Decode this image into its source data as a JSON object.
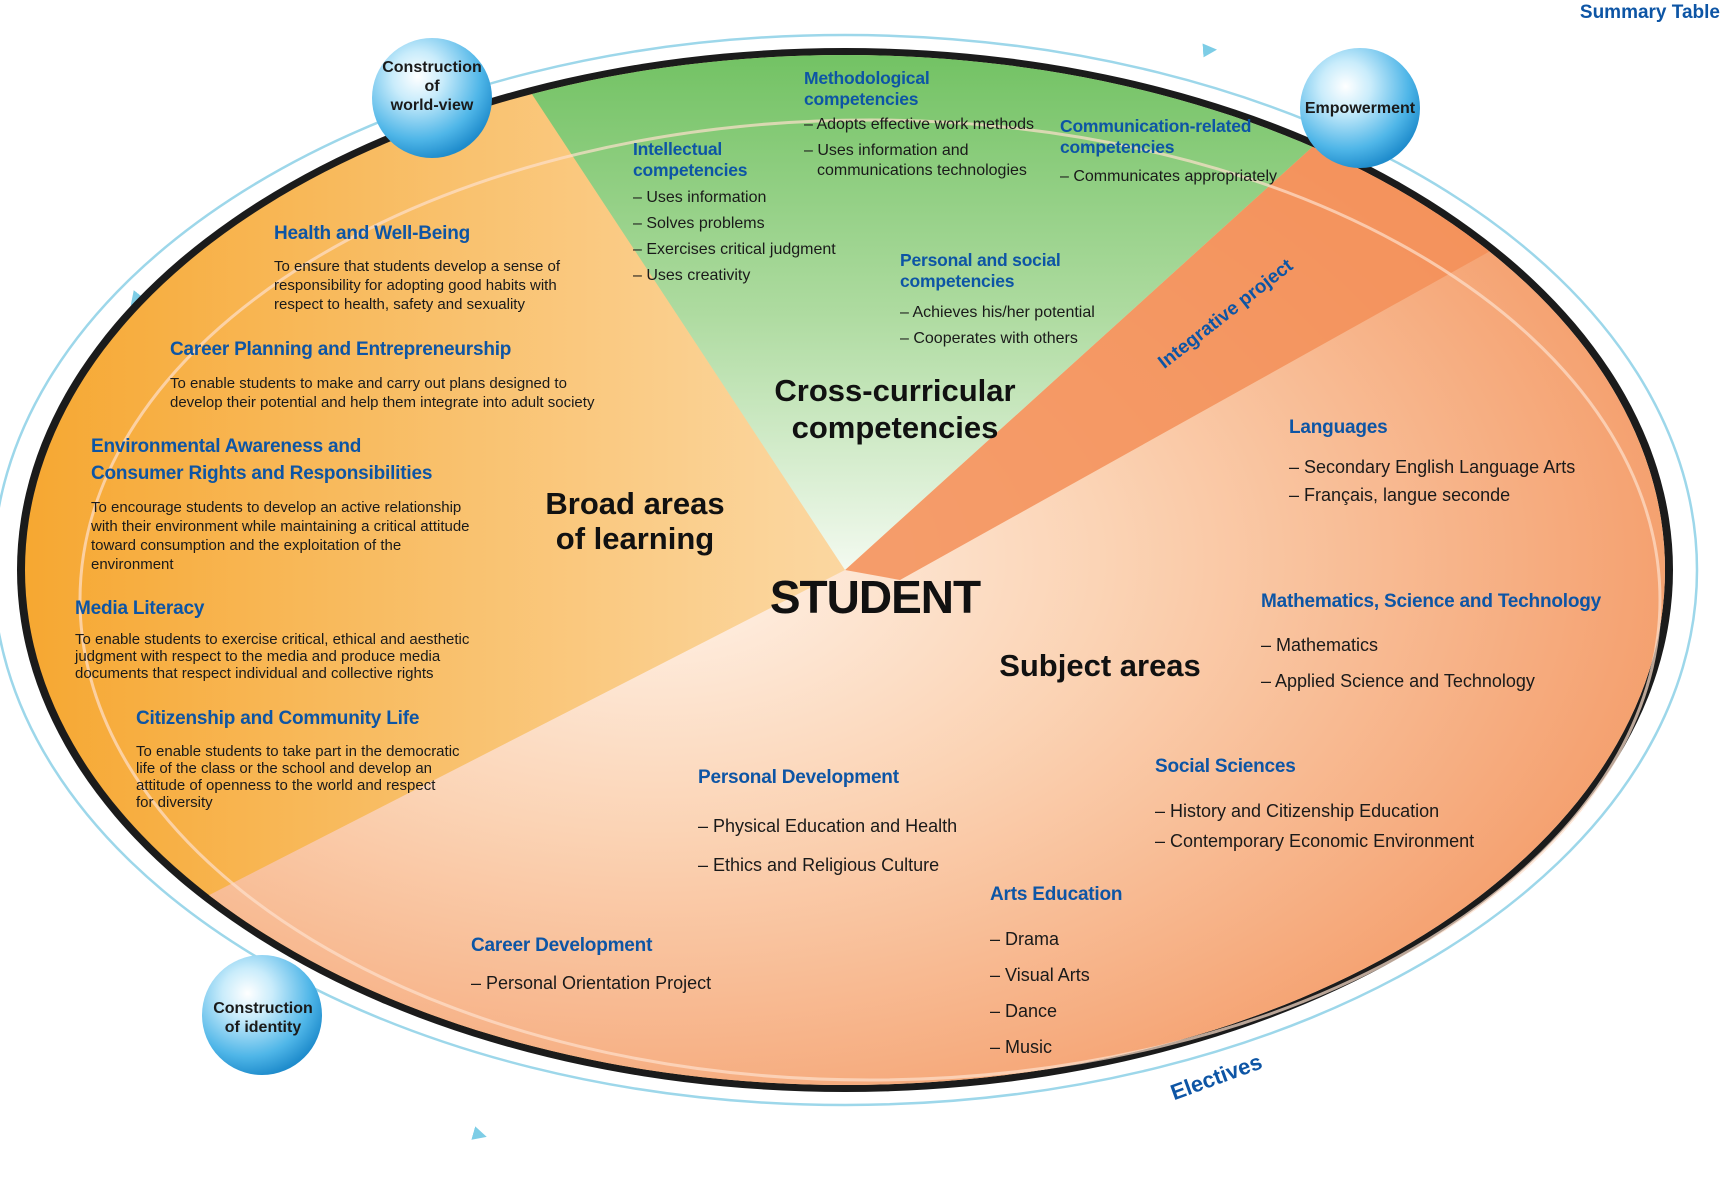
{
  "header": {
    "title": "Summary Table"
  },
  "center": {
    "label": "STUDENT"
  },
  "spheres": {
    "world_view": [
      "Construction",
      "of",
      "world-view"
    ],
    "empowerment": "Empowerment",
    "identity": [
      "Construction",
      "of identity"
    ]
  },
  "sections": {
    "broad_areas": {
      "title": [
        "Broad areas",
        "of learning"
      ]
    },
    "cross_curricular": {
      "title": [
        "Cross-curricular",
        "competencies"
      ]
    },
    "subject_areas": {
      "title": "Subject areas"
    }
  },
  "rotated_labels": {
    "integrative": "Integrative project",
    "electives": "Electives"
  },
  "broad_areas": [
    {
      "title": "Health and Well-Being",
      "body": [
        "To ensure that students develop a sense of",
        "responsibility for adopting good habits with",
        "respect to health, safety and sexuality"
      ]
    },
    {
      "title": "Career Planning and Entrepreneurship",
      "body": [
        "To enable students to make and carry out plans designed to",
        "develop their potential and help them integrate into adult society"
      ]
    },
    {
      "title": "Environmental Awareness and Consumer Rights and Responsibilities",
      "title_lines": [
        "Environmental Awareness and",
        "Consumer Rights and Responsibilities"
      ],
      "body": [
        "To encourage students to develop an active relationship",
        "with their environment while maintaining a critical attitude",
        "toward consumption and the exploitation of the",
        "environment"
      ]
    },
    {
      "title": "Media Literacy",
      "body": [
        "To enable students to exercise critical, ethical and aesthetic",
        "judgment with respect to the media and produce media",
        "documents that respect individual and collective rights"
      ]
    },
    {
      "title": "Citizenship and Community Life",
      "body": [
        "To enable students to take part in the democratic",
        "life of the class or the school and develop an",
        "attitude of openness to the world and respect",
        "for diversity"
      ]
    }
  ],
  "competencies": {
    "intellectual": {
      "title": [
        "Intellectual",
        "competencies"
      ],
      "items": [
        "– Uses information",
        "– Solves problems",
        "– Exercises critical judgment",
        "– Uses creativity"
      ]
    },
    "methodological": {
      "title": [
        "Methodological",
        "competencies"
      ],
      "items": [
        "– Adopts effective work methods",
        "– Uses information and",
        "communications technologies"
      ]
    },
    "communication": {
      "title": [
        "Communication-related",
        "competencies"
      ],
      "items": [
        "– Communicates appropriately"
      ]
    },
    "personal_social": {
      "title": [
        "Personal and social",
        "competencies"
      ],
      "items": [
        "– Achieves his/her potential",
        "– Cooperates with others"
      ]
    }
  },
  "subjects": {
    "languages": {
      "title": "Languages",
      "items": [
        "– Secondary English Language Arts",
        "– Français, langue seconde"
      ]
    },
    "math_science": {
      "title": "Mathematics, Science and Technology",
      "items": [
        "– Mathematics",
        "– Applied Science and Technology"
      ]
    },
    "social_sciences": {
      "title": "Social Sciences",
      "items": [
        "– History and Citizenship Education",
        "– Contemporary Economic Environment"
      ]
    },
    "personal_dev": {
      "title": "Personal Development",
      "items": [
        "– Physical Education and Health",
        "– Ethics and Religious Culture"
      ]
    },
    "arts": {
      "title": "Arts Education",
      "items": [
        "– Drama",
        "– Visual Arts",
        "– Dance",
        "– Music"
      ]
    },
    "career_dev": {
      "title": "Career Development",
      "items": [
        "– Personal Orientation Project"
      ]
    }
  },
  "colors": {
    "broad_areas": "#f7a93a",
    "cross_curricular": "#6cc05c",
    "subject_areas": "#f28a4c",
    "heading": "#0d55a5",
    "sphere": "#4fb6e8",
    "orbit": "#7dcde6"
  }
}
